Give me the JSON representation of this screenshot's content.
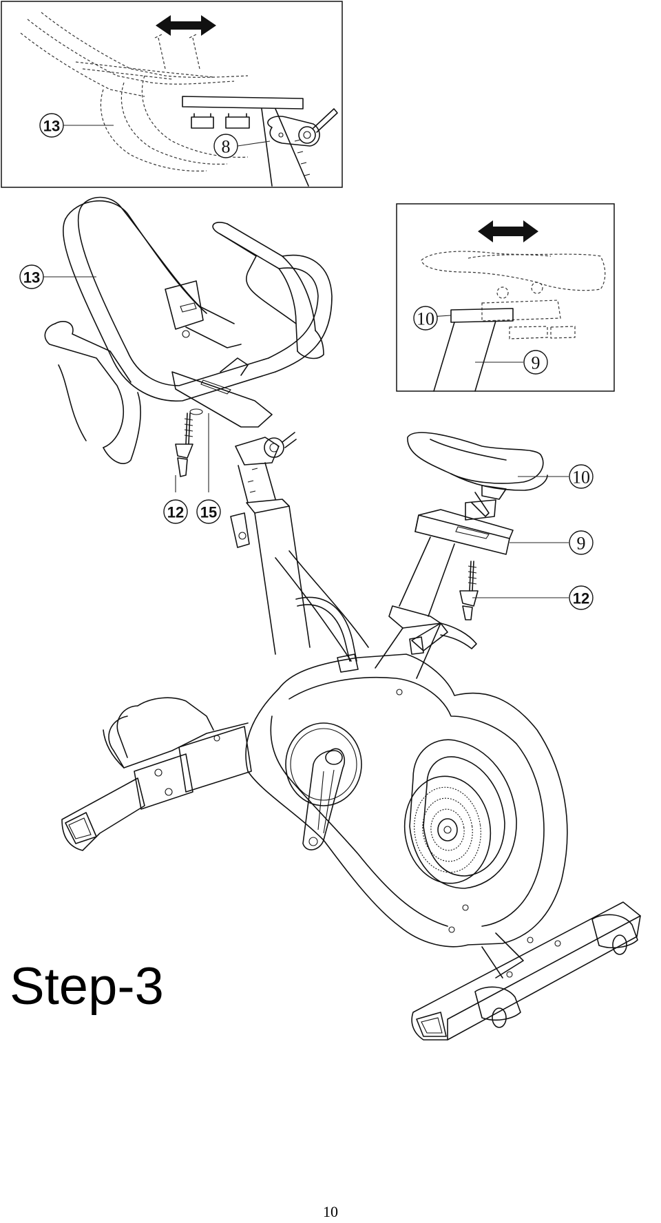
{
  "step": {
    "title": "Step-3"
  },
  "page": {
    "number": "10"
  },
  "callouts": {
    "handlebar_inset": [
      "13",
      "8"
    ],
    "main_handlebar": [
      "13",
      "12",
      "15"
    ],
    "seat_inset": [
      "10",
      "9"
    ],
    "main_seat": [
      "10",
      "9",
      "12"
    ]
  },
  "icons": [
    "double-arrow-icon"
  ]
}
